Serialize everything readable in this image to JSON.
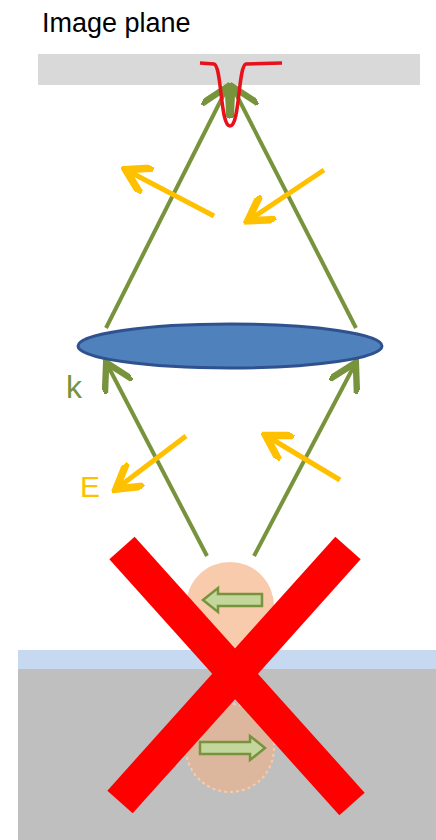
{
  "diagram": {
    "labels": [
      "Image plane",
      "k",
      "E"
    ]
  }
}
